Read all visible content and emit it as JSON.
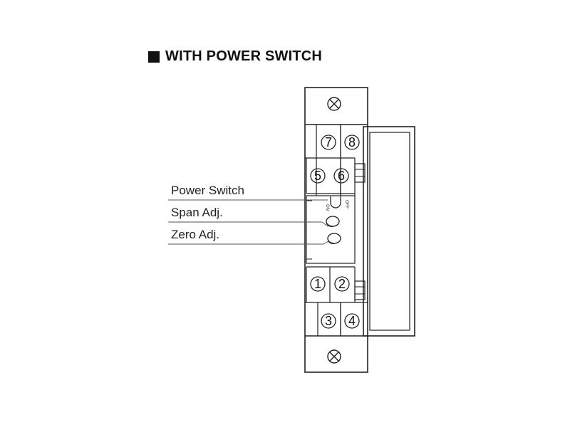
{
  "title": "WITH POWER SWITCH",
  "labels": {
    "power_switch": "Power Switch",
    "span_adj": "Span Adj.",
    "zero_adj": "Zero Adj."
  },
  "switch_marks": {
    "on": "ON",
    "off": "OFF"
  },
  "terminals": {
    "t1": "1",
    "t2": "2",
    "t3": "3",
    "t4": "4",
    "t5": "5",
    "t6": "6",
    "t7": "7",
    "t8": "8"
  },
  "colors": {
    "line": "#222222",
    "background": "#ffffff"
  }
}
